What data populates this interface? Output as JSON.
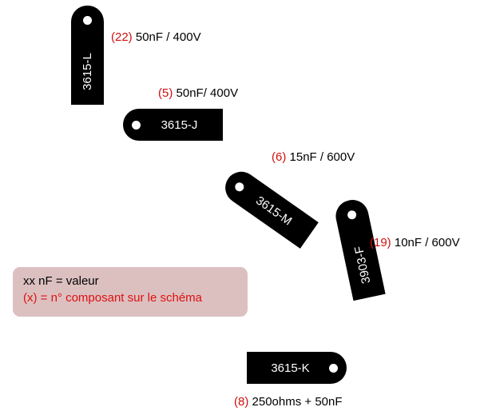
{
  "components": [
    {
      "id": "3615-L",
      "number": "(22)",
      "value": "50nF / 400V"
    },
    {
      "id": "3615-J",
      "number": "(5)",
      "value": "50nF/ 400V"
    },
    {
      "id": "3615-M",
      "number": "(6)",
      "value": "15nF / 600V"
    },
    {
      "id": "3903-F",
      "number": "(19)",
      "value": "10nF / 600V"
    },
    {
      "id": "3615-K",
      "number": "(8)",
      "value": "250ohms + 50nF"
    }
  ],
  "legend": {
    "line1": "xx nF = valeur",
    "line2": "(x) = n° composant sur le schéma"
  },
  "colors": {
    "tag": "#000000",
    "number": "#d01010",
    "legend_bg": "#dcc0c0",
    "legend_red": "#e01010"
  }
}
